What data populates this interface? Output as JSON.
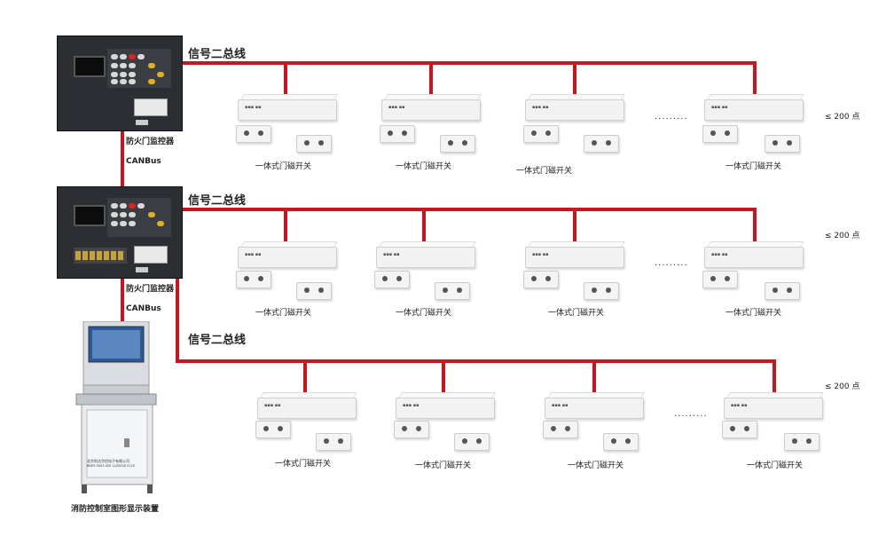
{
  "bus_label": "信号二总线",
  "controller_label": "防火门监控器",
  "canbus_label": "CANBus",
  "switch_label": "一体式门磁开关",
  "capacity_label": "≤ 200 点",
  "ellipsis": "·········",
  "display_device_label": "消防控制室图形显示装置",
  "cabinet_nameplate_line1": "北京利达华信电子有限公司",
  "cabinet_nameplate_line2": "BDPS 0003-000 1LZ0000 0125",
  "colors": {
    "bus_wire": "#c8161e",
    "panel": "#2b2e33"
  }
}
